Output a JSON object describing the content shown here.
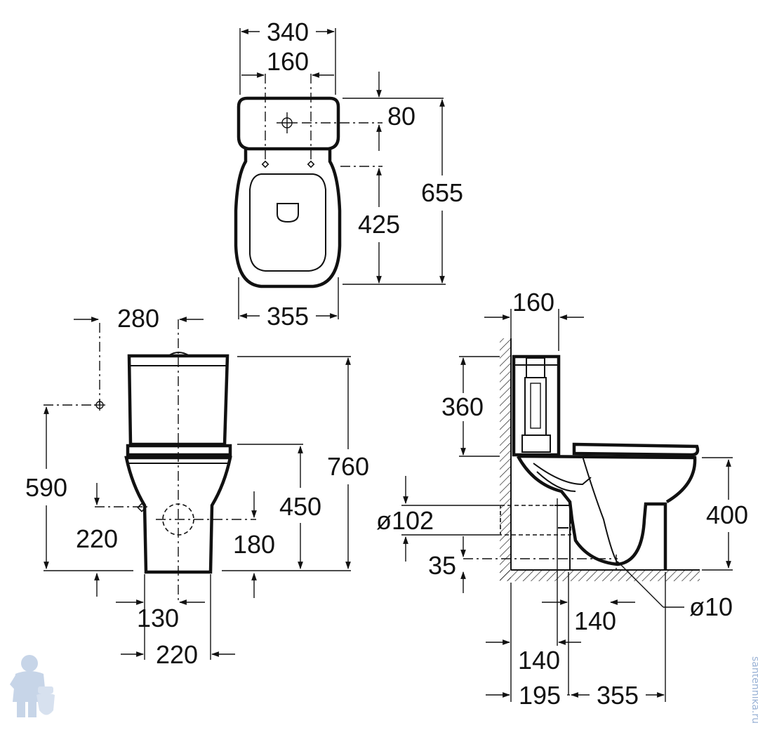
{
  "top_view": {
    "width_overall": "340",
    "fixing_spacing": "160",
    "tank_fixing_offset": "80",
    "length_overall": "655",
    "bowl_length": "425",
    "bowl_width": "355"
  },
  "front_view": {
    "inlet_offset": "280",
    "total_height": "760",
    "inlet_height": "590",
    "seat_height": "450",
    "fix_height_left": "220",
    "fix_height_right": "180",
    "base_offset": "130",
    "base_width": "220"
  },
  "side_view": {
    "tank_depth": "160",
    "tank_height": "360",
    "rim_height": "400",
    "outlet_diameter": "ø102",
    "outlet_height": "35",
    "fix_diameter": "ø10",
    "outlet_wall": "140",
    "wall_offset": "140",
    "wall_to_outlet": "195",
    "outlet_to_front": "355"
  },
  "watermark": {
    "site": "santehnika.ru"
  },
  "colors": {
    "line": "#111111",
    "watermark": "#9bb3d6"
  }
}
